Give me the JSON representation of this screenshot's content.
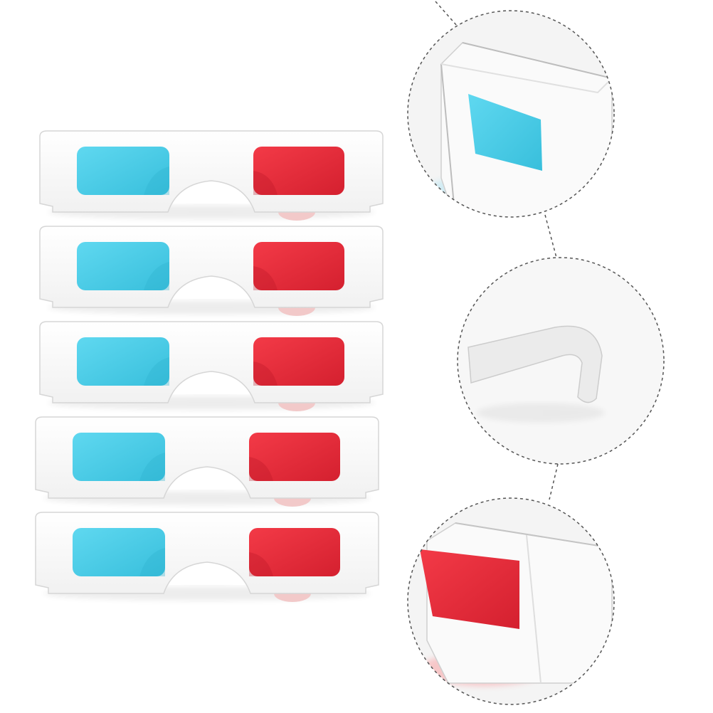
{
  "colors": {
    "frame": "#ffffff",
    "frame_edge": "#d8d8d8",
    "cyan_lens": "#4fd0ea",
    "cyan_lens_dark": "#2fb8d6",
    "red_lens": "#ef2f3c",
    "red_lens_dark": "#c91b2a",
    "dashed_line": "#555555"
  },
  "product": {
    "glasses_count": 5
  },
  "detail_views": [
    {
      "subject": "cyan-lens-closeup"
    },
    {
      "subject": "paper-temple-arm-closeup"
    },
    {
      "subject": "red-lens-closeup"
    }
  ]
}
